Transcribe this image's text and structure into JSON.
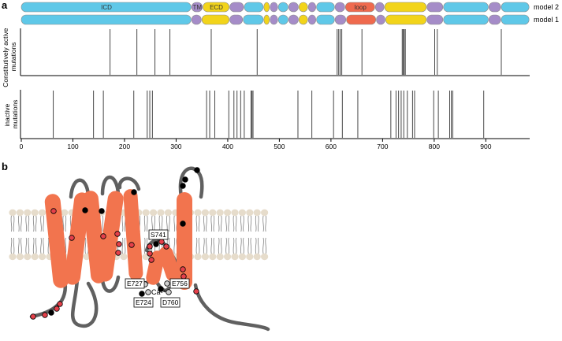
{
  "panel_a": {
    "label": "a",
    "models": [
      {
        "name": "model 2",
        "segments": [
          {
            "start": 0,
            "end": 330,
            "type": "icd",
            "text": "ICD"
          },
          {
            "start": 330,
            "end": 352,
            "type": "tm",
            "text": "TM"
          },
          {
            "start": 352,
            "end": 404,
            "type": "ecd",
            "text": "ECD"
          },
          {
            "start": 404,
            "end": 432,
            "type": "tm",
            "text": ""
          },
          {
            "start": 432,
            "end": 470,
            "type": "cyl",
            "text": ""
          },
          {
            "start": 470,
            "end": 482,
            "type": "ecd",
            "text": ""
          },
          {
            "start": 482,
            "end": 498,
            "type": "tm",
            "text": ""
          },
          {
            "start": 498,
            "end": 518,
            "type": "cyl",
            "text": ""
          },
          {
            "start": 518,
            "end": 538,
            "type": "tm",
            "text": ""
          },
          {
            "start": 538,
            "end": 556,
            "type": "ecd",
            "text": ""
          },
          {
            "start": 556,
            "end": 572,
            "type": "tm",
            "text": ""
          },
          {
            "start": 572,
            "end": 608,
            "type": "cyl",
            "text": ""
          },
          {
            "start": 608,
            "end": 628,
            "type": "tm",
            "text": ""
          },
          {
            "start": 628,
            "end": 686,
            "type": "loop",
            "text": "loop"
          },
          {
            "start": 686,
            "end": 704,
            "type": "tm",
            "text": ""
          },
          {
            "start": 704,
            "end": 786,
            "type": "ecd",
            "text": ""
          },
          {
            "start": 786,
            "end": 818,
            "type": "tm",
            "text": ""
          },
          {
            "start": 818,
            "end": 906,
            "type": "cyl",
            "text": ""
          },
          {
            "start": 906,
            "end": 930,
            "type": "tm",
            "text": ""
          },
          {
            "start": 930,
            "end": 985,
            "type": "cyl",
            "text": ""
          }
        ]
      },
      {
        "name": "model 1",
        "segments": [
          {
            "start": 0,
            "end": 330,
            "type": "icd",
            "text": ""
          },
          {
            "start": 330,
            "end": 350,
            "type": "tm",
            "text": ""
          },
          {
            "start": 350,
            "end": 404,
            "type": "ecd",
            "text": ""
          },
          {
            "start": 404,
            "end": 430,
            "type": "tm",
            "text": ""
          },
          {
            "start": 430,
            "end": 470,
            "type": "cyl",
            "text": ""
          },
          {
            "start": 470,
            "end": 482,
            "type": "ecd",
            "text": ""
          },
          {
            "start": 482,
            "end": 498,
            "type": "tm",
            "text": ""
          },
          {
            "start": 498,
            "end": 518,
            "type": "cyl",
            "text": ""
          },
          {
            "start": 518,
            "end": 538,
            "type": "tm",
            "text": ""
          },
          {
            "start": 538,
            "end": 556,
            "type": "ecd",
            "text": ""
          },
          {
            "start": 556,
            "end": 572,
            "type": "tm",
            "text": ""
          },
          {
            "start": 572,
            "end": 608,
            "type": "cyl",
            "text": ""
          },
          {
            "start": 608,
            "end": 630,
            "type": "tm",
            "text": ""
          },
          {
            "start": 630,
            "end": 688,
            "type": "loop",
            "text": ""
          },
          {
            "start": 688,
            "end": 706,
            "type": "tm",
            "text": ""
          },
          {
            "start": 706,
            "end": 786,
            "type": "ecd",
            "text": ""
          },
          {
            "start": 786,
            "end": 818,
            "type": "tm",
            "text": ""
          },
          {
            "start": 818,
            "end": 906,
            "type": "cyl",
            "text": ""
          },
          {
            "start": 906,
            "end": 930,
            "type": "tm",
            "text": ""
          },
          {
            "start": 930,
            "end": 985,
            "type": "cyl",
            "text": ""
          }
        ]
      }
    ],
    "colors": {
      "icd": "#5fc8e8",
      "tm": "#a58cc8",
      "ecd": "#f2d41a",
      "cyl": "#5fc8e8",
      "loop": "#ef6a4e"
    },
    "tracks": [
      {
        "label_lines": [
          "Constitutively active",
          "mutations"
        ],
        "positions": [
          172,
          224,
          259,
          288,
          368,
          457,
          612,
          615,
          618,
          621,
          660,
          738,
          740,
          742,
          744,
          801,
          806,
          930
        ]
      },
      {
        "label_lines": [
          "inactive",
          "mutations"
        ],
        "positions": [
          62,
          140,
          159,
          218,
          244,
          249,
          254,
          359,
          365,
          375,
          402,
          412,
          418,
          425,
          432,
          445,
          447,
          449,
          536,
          563,
          605,
          622,
          652,
          716,
          726,
          731,
          736,
          741,
          748,
          758,
          762,
          799,
          808,
          830,
          833,
          836,
          896
        ]
      }
    ],
    "axis": {
      "min": 0,
      "max": 985,
      "ticks": [
        0,
        100,
        200,
        300,
        400,
        500,
        600,
        700,
        800,
        900
      ]
    }
  },
  "panel_b": {
    "label": "b",
    "labels": {
      "s741": "S741",
      "e727": "E727",
      "e724": "E724",
      "e756": "E756",
      "d760": "D760",
      "ca": "Ca²⁺"
    }
  }
}
